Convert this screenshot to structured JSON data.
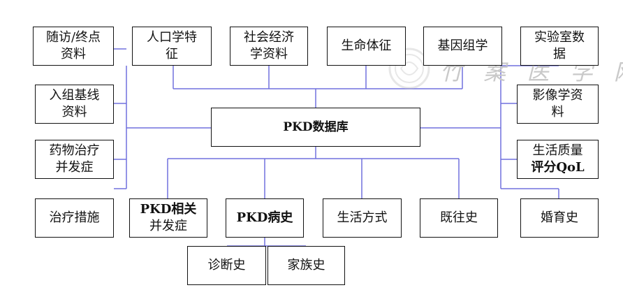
{
  "center": "PKD数据库",
  "top": {
    "followup": [
      "随访/终点",
      "资料"
    ],
    "demographics": [
      "人口学特",
      "征"
    ],
    "socioeconomic": [
      "社会经济",
      "学资料"
    ],
    "vitals": [
      "生命体征"
    ],
    "genomics": [
      "基因组学"
    ],
    "lab": [
      "实验室数",
      "据"
    ]
  },
  "left": {
    "baseline": [
      "入组基线",
      "资料"
    ],
    "drug": [
      "药物治疗",
      "并发症"
    ],
    "treatment": [
      "治疗措施"
    ]
  },
  "right": {
    "imaging": [
      "影像学资",
      "料"
    ],
    "qol": [
      "生活质量",
      "评分QoL"
    ],
    "marriage": [
      "婚育史"
    ]
  },
  "bottom": {
    "complications": [
      "PKD相关",
      "并发症"
    ],
    "history": [
      "PKD病史"
    ],
    "lifestyle": [
      "生活方式"
    ],
    "past": [
      "既往史"
    ]
  },
  "sub": {
    "diagnosis": [
      "诊断史"
    ],
    "family": [
      "家族史"
    ]
  },
  "watermark": "竹 案 医 学 网",
  "colors": {
    "line": "#6a6ad8",
    "border": "#111111"
  }
}
